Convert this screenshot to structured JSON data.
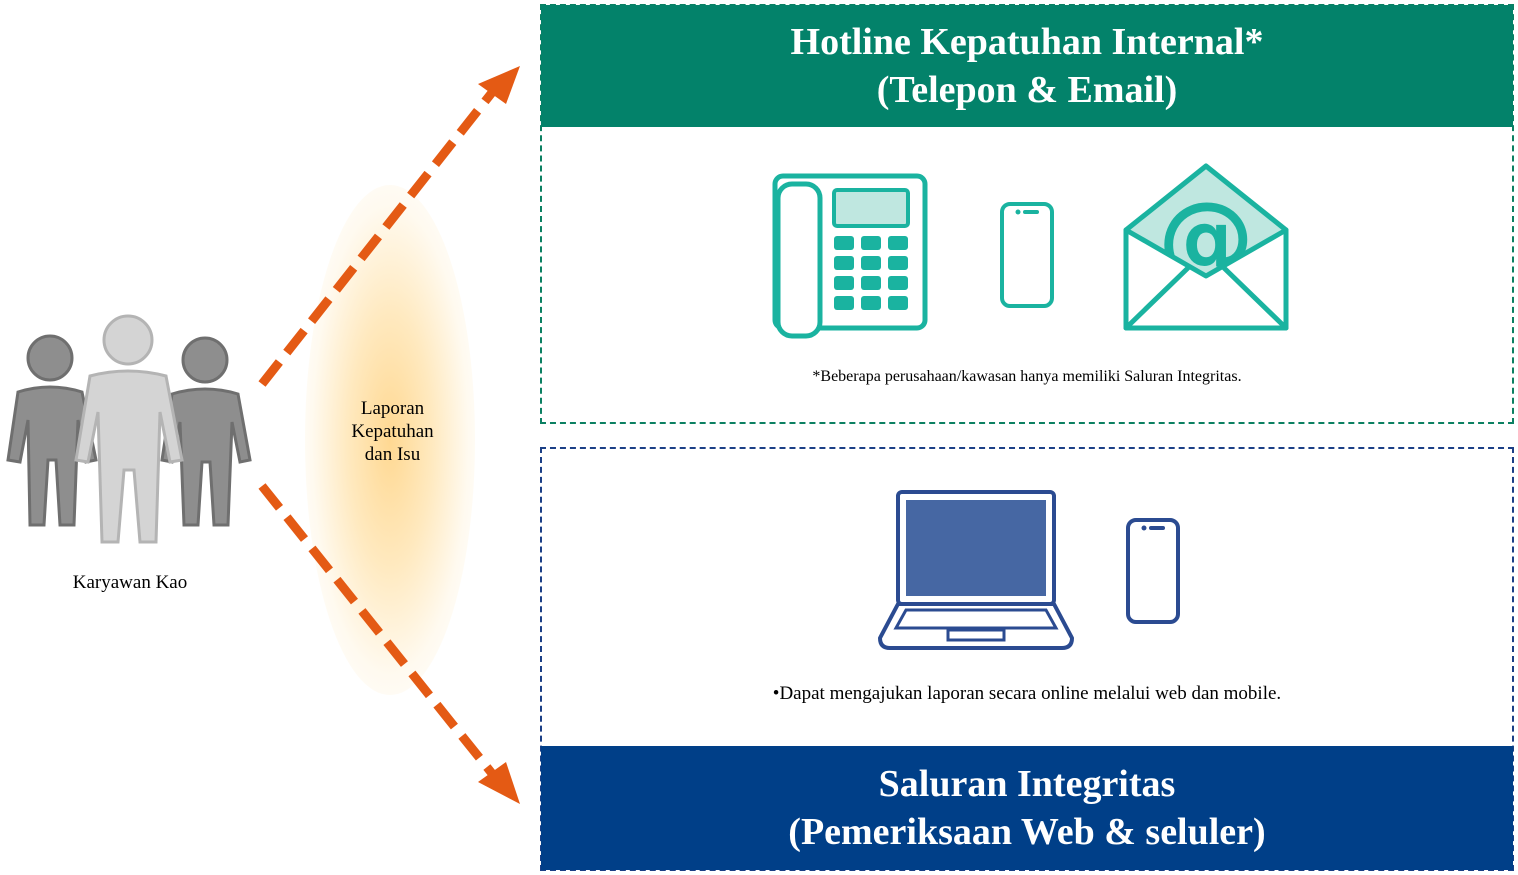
{
  "employee_label": "Karyawan Kao",
  "report_label": [
    "Laporan",
    "Kepatuhan",
    "dan Isu"
  ],
  "hotline": {
    "title_line1": "Hotline Kepatuhan Internal*",
    "title_line2": "(Telepon & Email)",
    "note": "*Beberapa perusahaan/kawasan hanya memiliki Saluran Integritas.",
    "icons": [
      "desk-phone-icon",
      "mobile-phone-icon",
      "email-envelope-icon"
    ]
  },
  "integrity": {
    "title_line1": "Saluran Integritas",
    "title_line2": "(Pemeriksaan Web & seluler)",
    "note": "•Dapat mengajukan laporan secara online melalui web  dan mobile.",
    "icons": [
      "laptop-icon",
      "mobile-phone-icon"
    ]
  },
  "colors": {
    "hotline_green": "#03826a",
    "icon_teal": "#1ab3a0",
    "icon_teal_light": "#bfe7e0",
    "integrity_blue": "#003f88",
    "laptop_screen": "#4667a3",
    "arrow_orange": "#e45a14",
    "people_gray": "#8c8c8c",
    "people_light": "#d0d0d0"
  }
}
